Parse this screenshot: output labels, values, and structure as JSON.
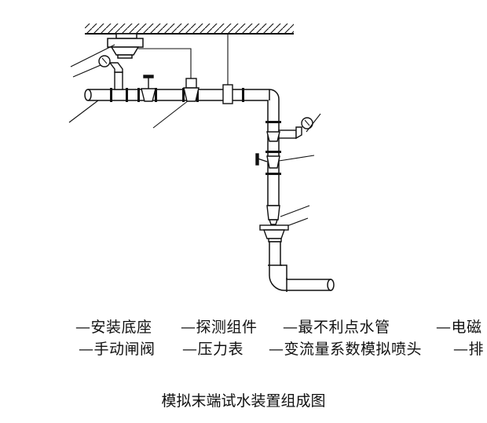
{
  "legend_row1": [
    "—安装底座",
    "—探测组件",
    "—最不利点水管",
    "—电磁"
  ],
  "legend_row2": [
    "—手动闸阀",
    "—压力表",
    "—变流量系数模拟喷头",
    "—排"
  ],
  "caption": "模拟末端试水装置组成图",
  "colors": {
    "line": "#111111",
    "background": "#ffffff"
  },
  "components": [
    "mounting-base",
    "detection-assembly",
    "least-favorable-pipe",
    "solenoid-valve",
    "manual-gate-valve",
    "pressure-gauge",
    "variable-flow-nozzle",
    "drain-pipe"
  ]
}
